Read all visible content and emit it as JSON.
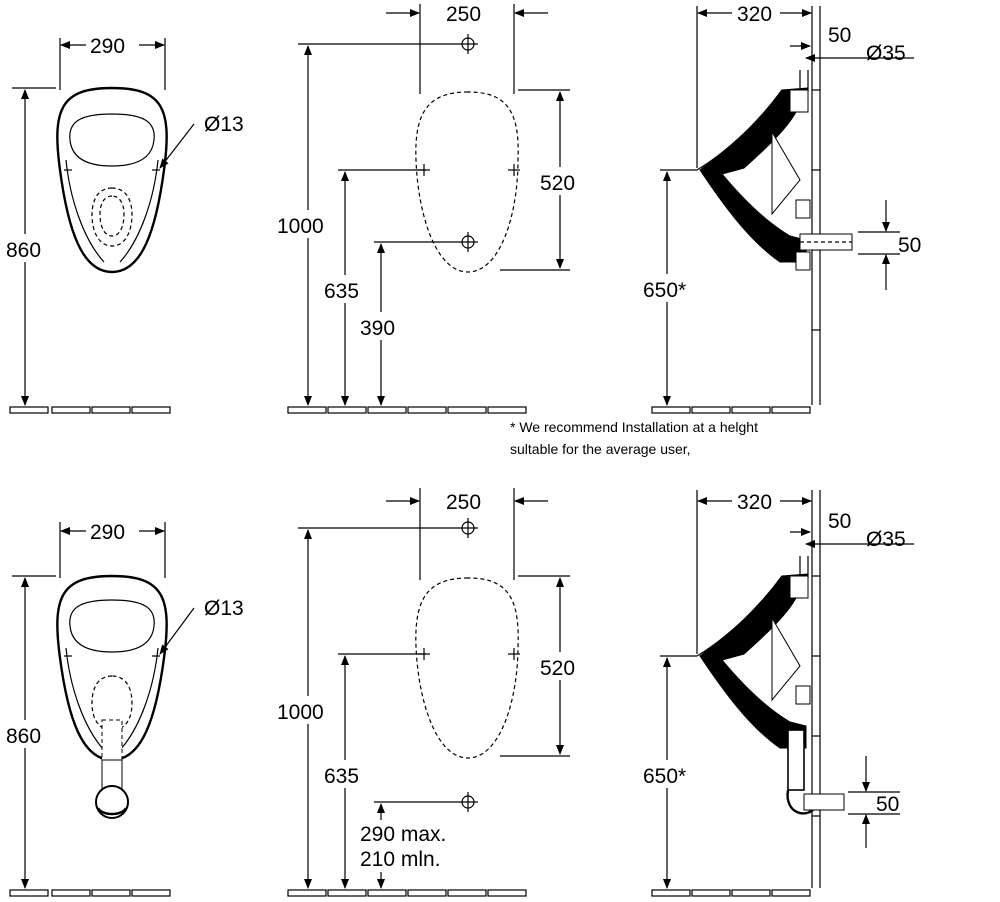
{
  "top_row": {
    "front": {
      "width": "290",
      "height": "860",
      "hole": "Ø13"
    },
    "holes": {
      "spacing": "250",
      "total_height": "1000",
      "bowl_height": "520",
      "mid_height": "635",
      "outlet_height": "390"
    },
    "side": {
      "depth": "320",
      "offset": "50",
      "diameter": "Ø35",
      "outlet": "50",
      "rim_height": "650*"
    },
    "note_line1": "* We recommend Installation at a helght",
    "note_line2": "sultable for the average user,"
  },
  "bottom_row": {
    "front": {
      "width": "290",
      "height": "860",
      "hole": "Ø13"
    },
    "holes": {
      "spacing": "250",
      "total_height": "1000",
      "bowl_height": "520",
      "mid_height": "635",
      "outlet_max": "290 max.",
      "outlet_min": "210 mln."
    },
    "side": {
      "depth": "320",
      "offset": "50",
      "diameter": "Ø35",
      "outlet": "50",
      "rim_height": "650*"
    }
  }
}
